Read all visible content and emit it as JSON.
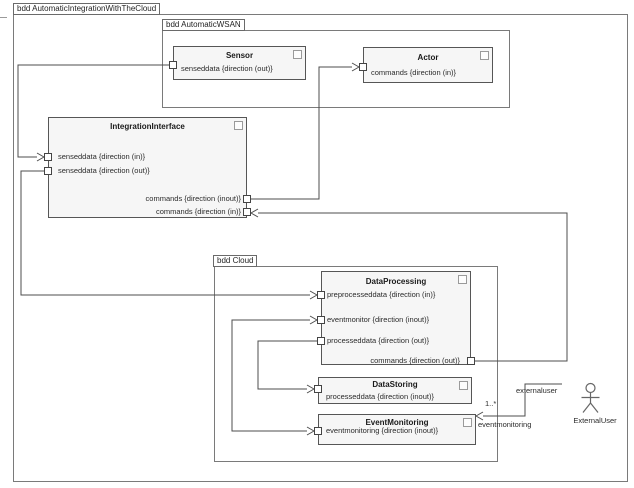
{
  "frames": {
    "outer": {
      "label": "bdd AutomaticIntegrationWithTheCloud"
    },
    "wsan": {
      "label": "bdd AutomaticWSAN"
    },
    "cloud": {
      "label": "bdd Cloud"
    }
  },
  "blocks": {
    "sensor": {
      "title": "Sensor",
      "ports": {
        "senseddata_out": "senseddata {direction (out)}"
      }
    },
    "actor": {
      "title": "Actor",
      "ports": {
        "commands_in": "commands {direction (in)}"
      }
    },
    "integration_interface": {
      "title": "IntegrationInterface",
      "ports": {
        "senseddata_in": "senseddata {direction (in)}",
        "senseddata_out": "senseddata {direction (out)}",
        "commands_inout": "commands {direction (inout)}",
        "commands_in": "commands {direction (in)}"
      }
    },
    "data_processing": {
      "title": "DataProcessing",
      "ports": {
        "preprocesseddata_in": "preprocesseddata {direction (in)}",
        "eventmonitor_inout": "eventmonitor {direction (inout)}",
        "processeddata_out": "processeddata {direction (out)}",
        "commands_out": "commands {direction (out)}"
      }
    },
    "data_storing": {
      "title": "DataStoring",
      "ports": {
        "processeddata_inout": "processeddata {direction (inout)}"
      }
    },
    "event_monitoring": {
      "title": "EventMonitoring",
      "ports": {
        "eventmonitoring_inout": "eventmonitoring {direction (inout)}"
      }
    }
  },
  "external_actor": {
    "label": "ExternalUser"
  },
  "connector_labels": {
    "externaluser": "externaluser",
    "multiplicity": "1..*",
    "eventmonitoring": "eventmonitoring"
  },
  "colors": {
    "wire": "#4c4c4c",
    "block_fill": "#f6f6f6",
    "block_border": "#565656",
    "frame_border": "#7a7a7a"
  }
}
